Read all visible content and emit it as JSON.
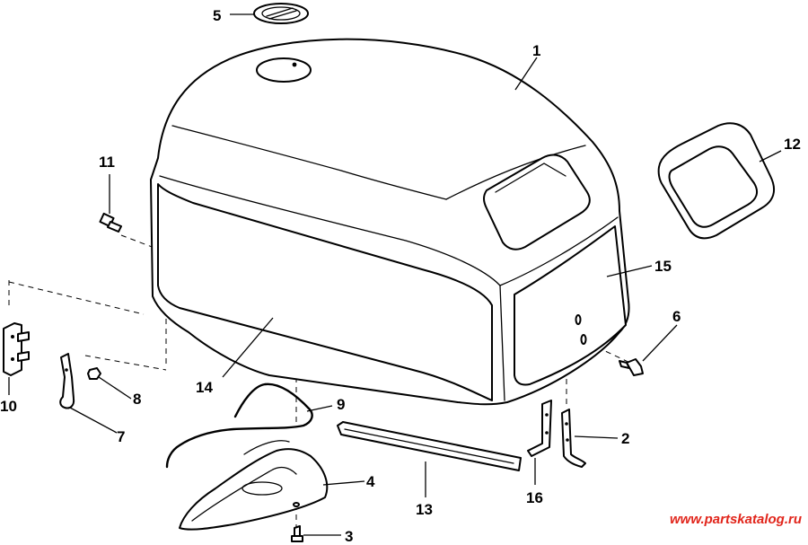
{
  "callouts": {
    "c1": "1",
    "c2": "2",
    "c3": "3",
    "c4": "4",
    "c5": "5",
    "c6": "6",
    "c7": "7",
    "c8": "8",
    "c9": "9",
    "c10": "10",
    "c11": "11",
    "c12": "12",
    "c13": "13",
    "c14": "14",
    "c15": "15",
    "c16": "16"
  },
  "watermark": "www.partskatalog.ru",
  "colors": {
    "line": "#000000",
    "background": "#ffffff",
    "watermark": "#e1251b"
  }
}
